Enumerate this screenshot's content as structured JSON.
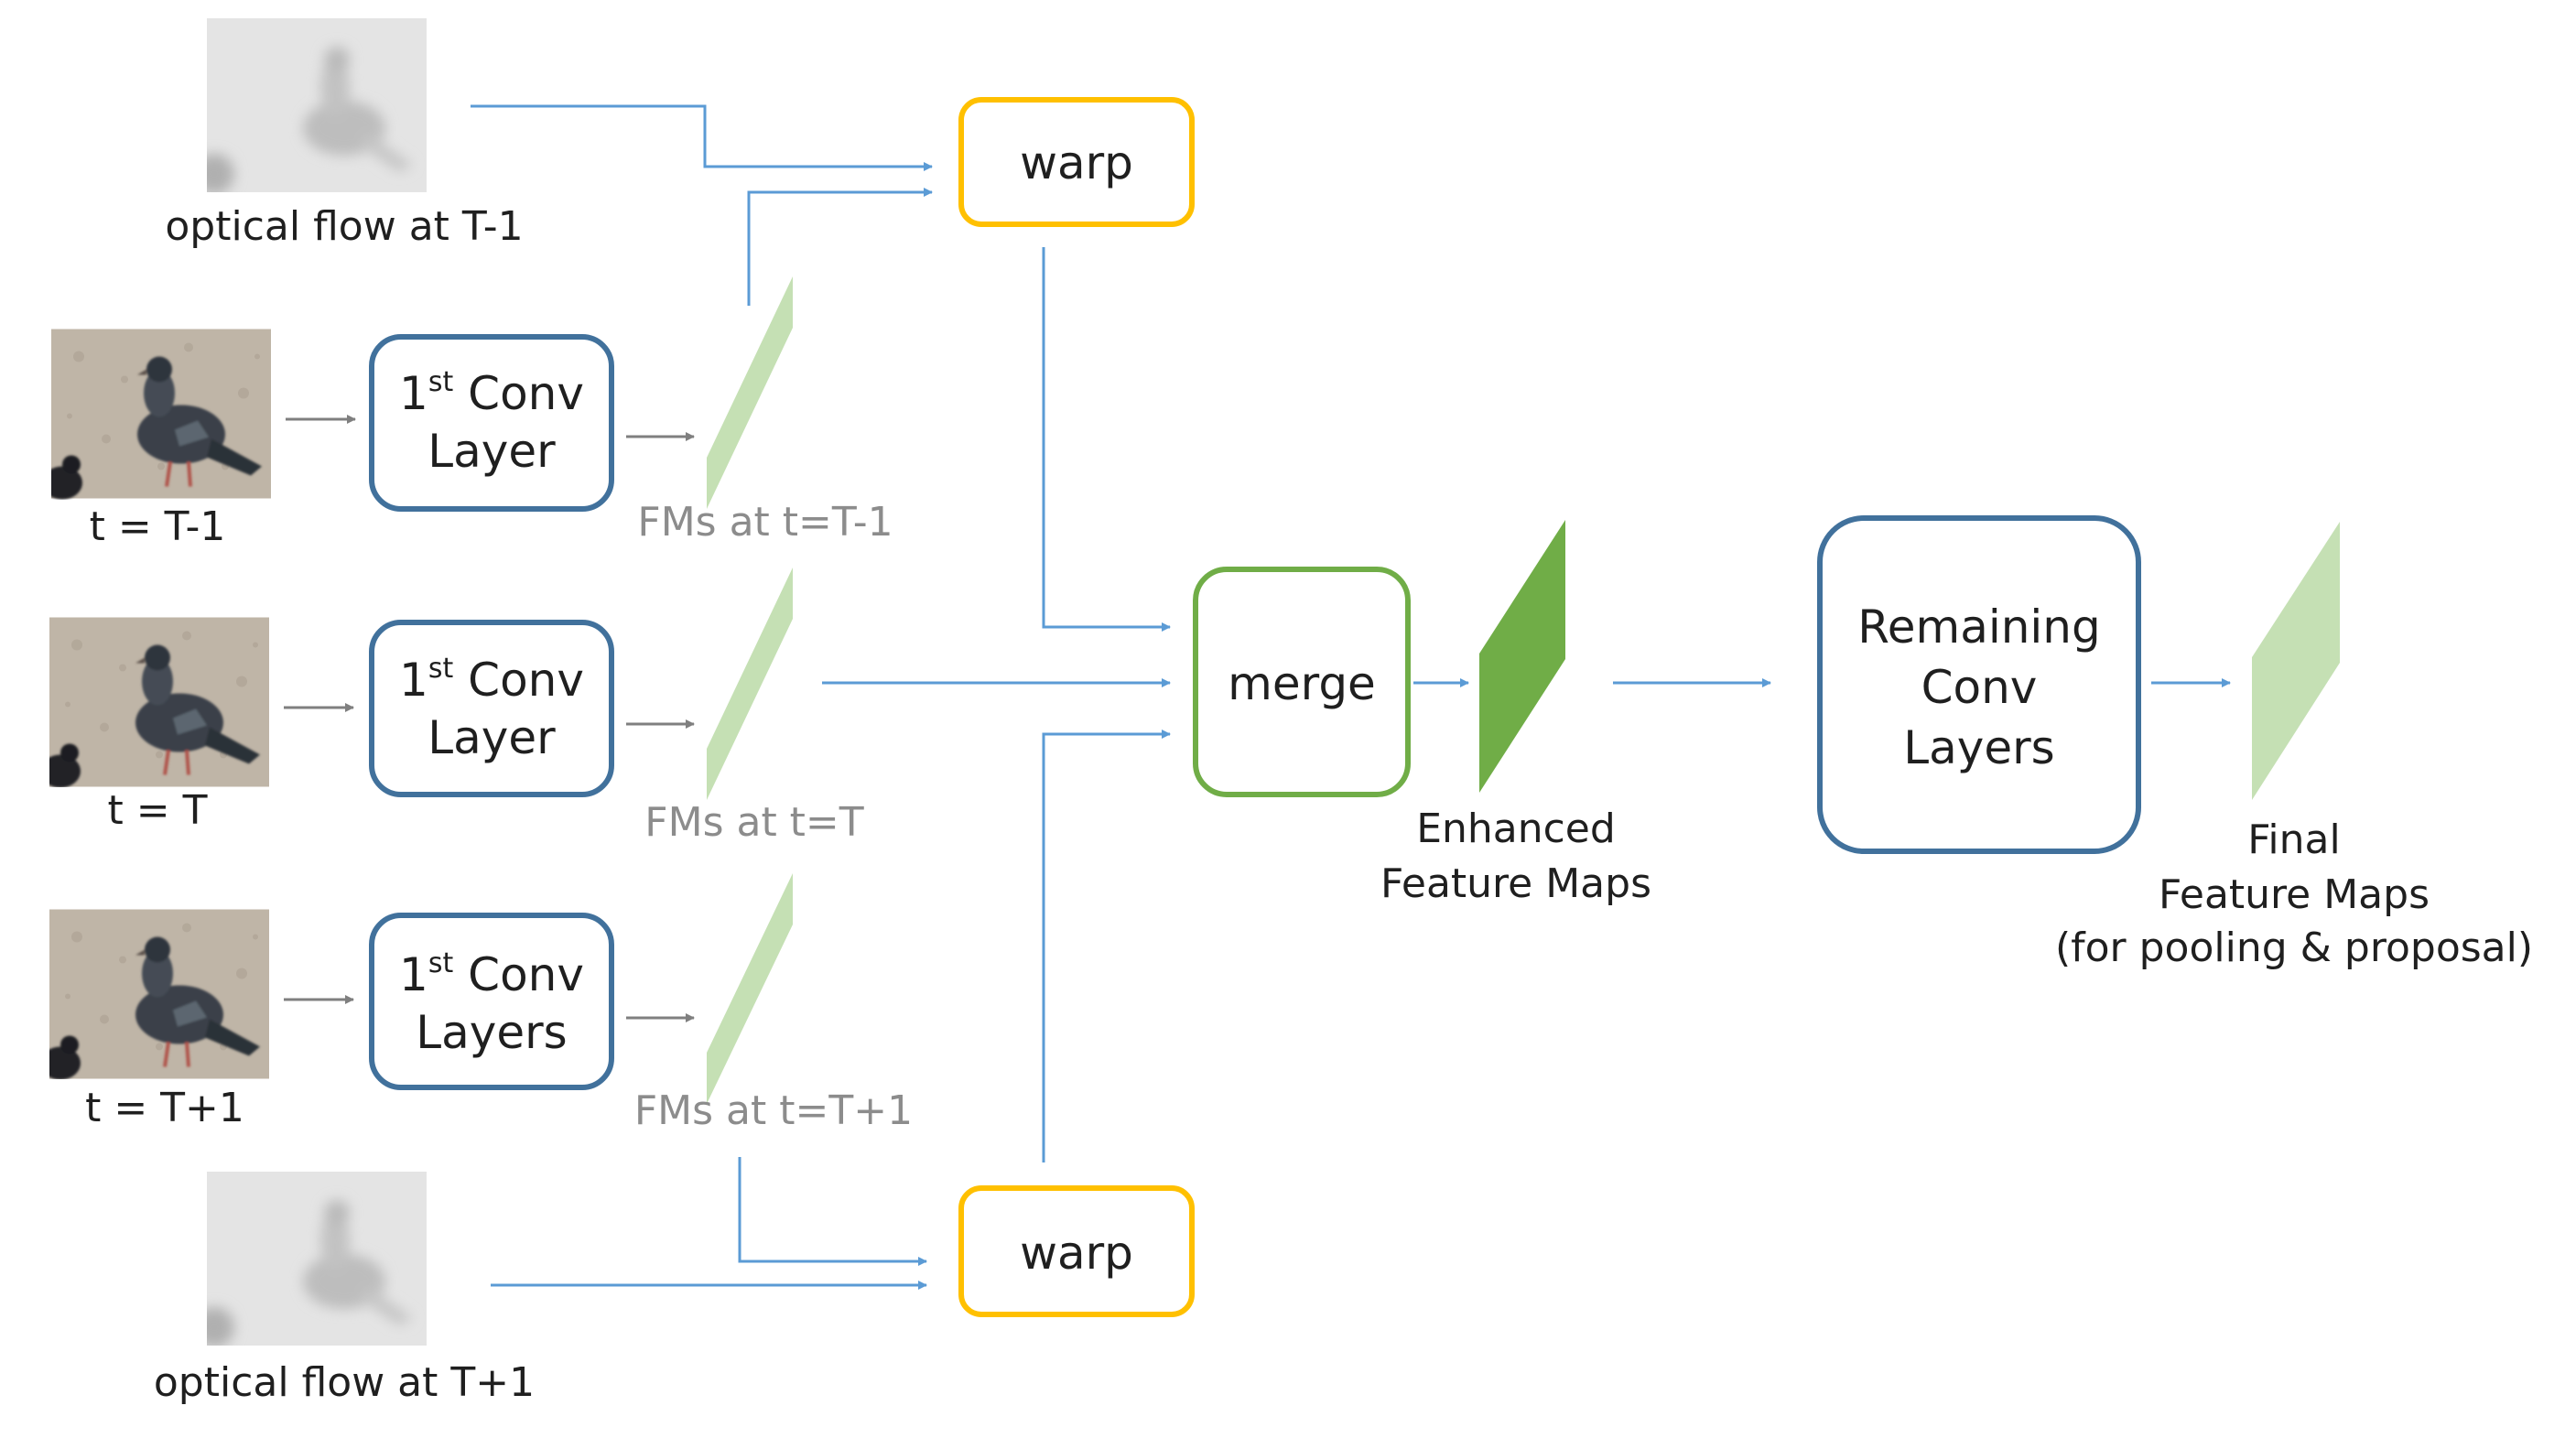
{
  "flow_prev": {
    "caption": "optical flow at T-1"
  },
  "flow_next": {
    "caption": "optical flow at T+1"
  },
  "frames": [
    {
      "caption": "t = T-1",
      "conv_sup": "st",
      "conv_line1_main": "1",
      "conv_line1_rest": " Conv",
      "conv_line2": "Layer",
      "fm_label": "FMs at t=T-1"
    },
    {
      "caption": "t = T",
      "conv_sup": "st",
      "conv_line1_main": "1",
      "conv_line1_rest": " Conv",
      "conv_line2": "Layer",
      "fm_label": "FMs at t=T"
    },
    {
      "caption": "t = T+1",
      "conv_sup": "st",
      "conv_line1_main": "1",
      "conv_line1_rest": " Conv",
      "conv_line2": "Layers",
      "fm_label": "FMs at t=T+1"
    }
  ],
  "warp_top": {
    "label": "warp"
  },
  "warp_bottom": {
    "label": "warp"
  },
  "merge": {
    "label": "merge"
  },
  "enhanced": {
    "line1": "Enhanced",
    "line2": "Feature Maps"
  },
  "remaining": {
    "line1": "Remaining",
    "line2": "Conv",
    "line3": "Layers"
  },
  "final": {
    "line1": "Final",
    "line2": "Feature Maps",
    "line3": "(for pooling & proposal)"
  },
  "colors": {
    "conv_box": "#41719c",
    "warp_box": "#ffc000",
    "merge_box": "#70ad47",
    "arrow_blue": "#5b9bd5",
    "arrow_gray": "#7f7f7f",
    "fm_light": "#c5e0b4",
    "fm_dark": "#70ad47"
  }
}
